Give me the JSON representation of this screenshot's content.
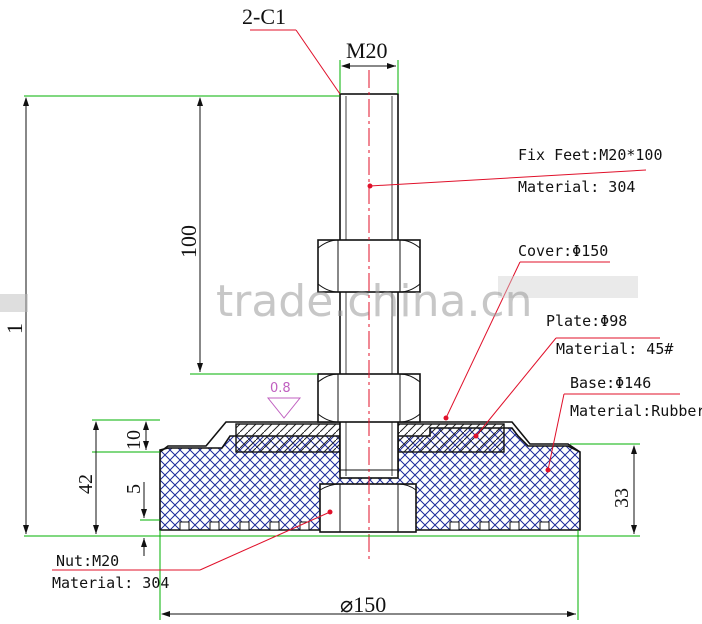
{
  "dims": {
    "chamfer": "2-C1",
    "thread": "M20",
    "stud_len": "100",
    "total_h": "1",
    "h_42": "42",
    "h_10": "10",
    "h_5": "5",
    "h_33": "33",
    "dia": "⌀150",
    "roughness": "0.8"
  },
  "labels": {
    "fix_feet": "Fix Feet:M20*100",
    "fix_material": "Material: 304",
    "cover": "Cover:Φ150",
    "plate_a": "...",
    "plate_b": "Plate:Φ98",
    "plate_material": "Material: 45#",
    "base": "Base:Φ146",
    "base_material": "Material:Rubber",
    "nut": "Nut:M20",
    "nut_material": "Material: 304"
  },
  "watermark": "trade.china.cn",
  "colors": {
    "dim_line": "#00b000",
    "leader": "#e0102a",
    "center": "#e0102a",
    "hatch": "#2020a0",
    "outline": "#111111",
    "roughness": "#8a3ab0"
  }
}
